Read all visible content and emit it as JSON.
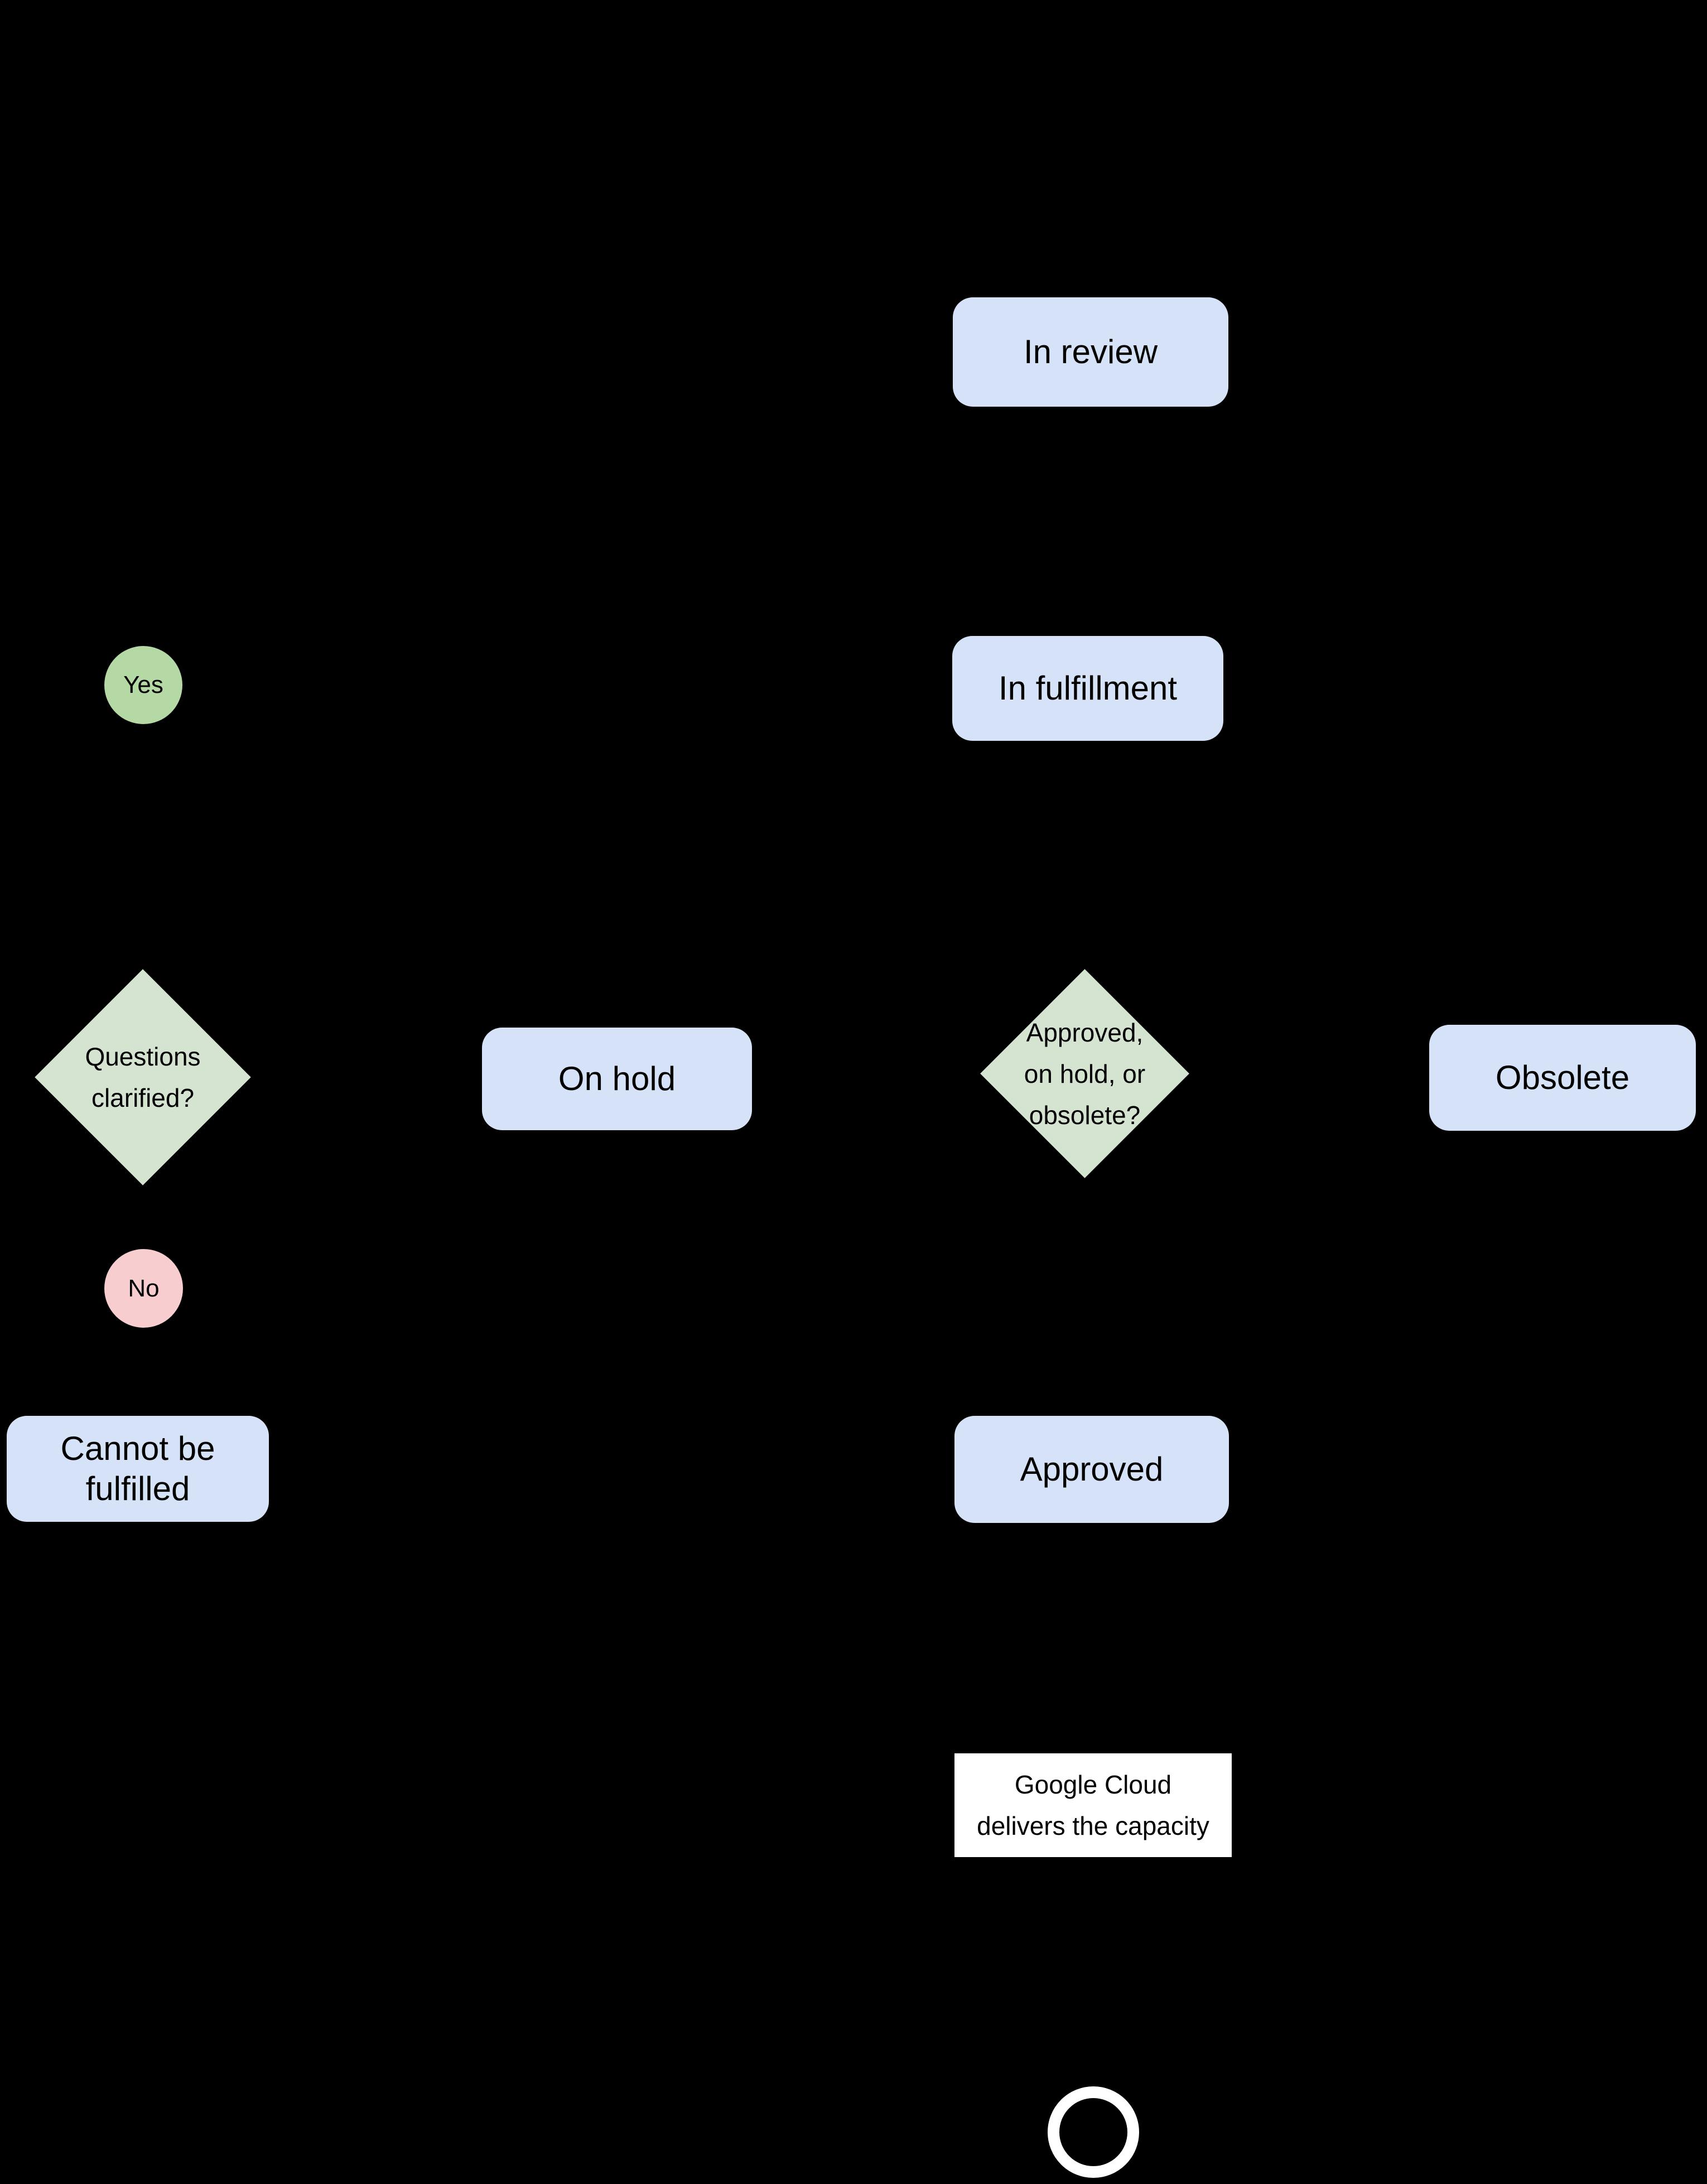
{
  "figure": {
    "kind": "flowchart",
    "background": "#000000",
    "note": "connector arrows not visible (black on black)"
  },
  "palette": {
    "process_fill": "#d6e2f8",
    "decision_fill": "#d4e4d1",
    "yes_fill": "#b4d9a4",
    "no_fill": "#f7cdd0",
    "terminal_fill": "#ffffff",
    "text_color": "#000000"
  },
  "nodes": {
    "in_review": {
      "label": "In review",
      "type": "process"
    },
    "in_fulfillment": {
      "label": "In fulfillment",
      "type": "process"
    },
    "yes": {
      "label": "Yes",
      "type": "connector"
    },
    "questions_clarified": {
      "lines": [
        "Questions",
        "clarified?"
      ],
      "type": "decision"
    },
    "on_hold": {
      "label": "On hold",
      "type": "process"
    },
    "approval_decision": {
      "lines": [
        "Approved,",
        "on hold, or",
        "obsolete?"
      ],
      "type": "decision"
    },
    "obsolete": {
      "label": "Obsolete",
      "type": "process"
    },
    "no": {
      "label": "No",
      "type": "connector"
    },
    "cannot_be_fulfilled": {
      "lines": [
        "Cannot be",
        "fulfilled"
      ],
      "type": "process"
    },
    "approved": {
      "label": "Approved",
      "type": "process"
    },
    "delivery": {
      "lines": [
        "Google Cloud",
        "delivers the capacity"
      ],
      "type": "step"
    },
    "end": {
      "label": "",
      "type": "terminator"
    }
  }
}
